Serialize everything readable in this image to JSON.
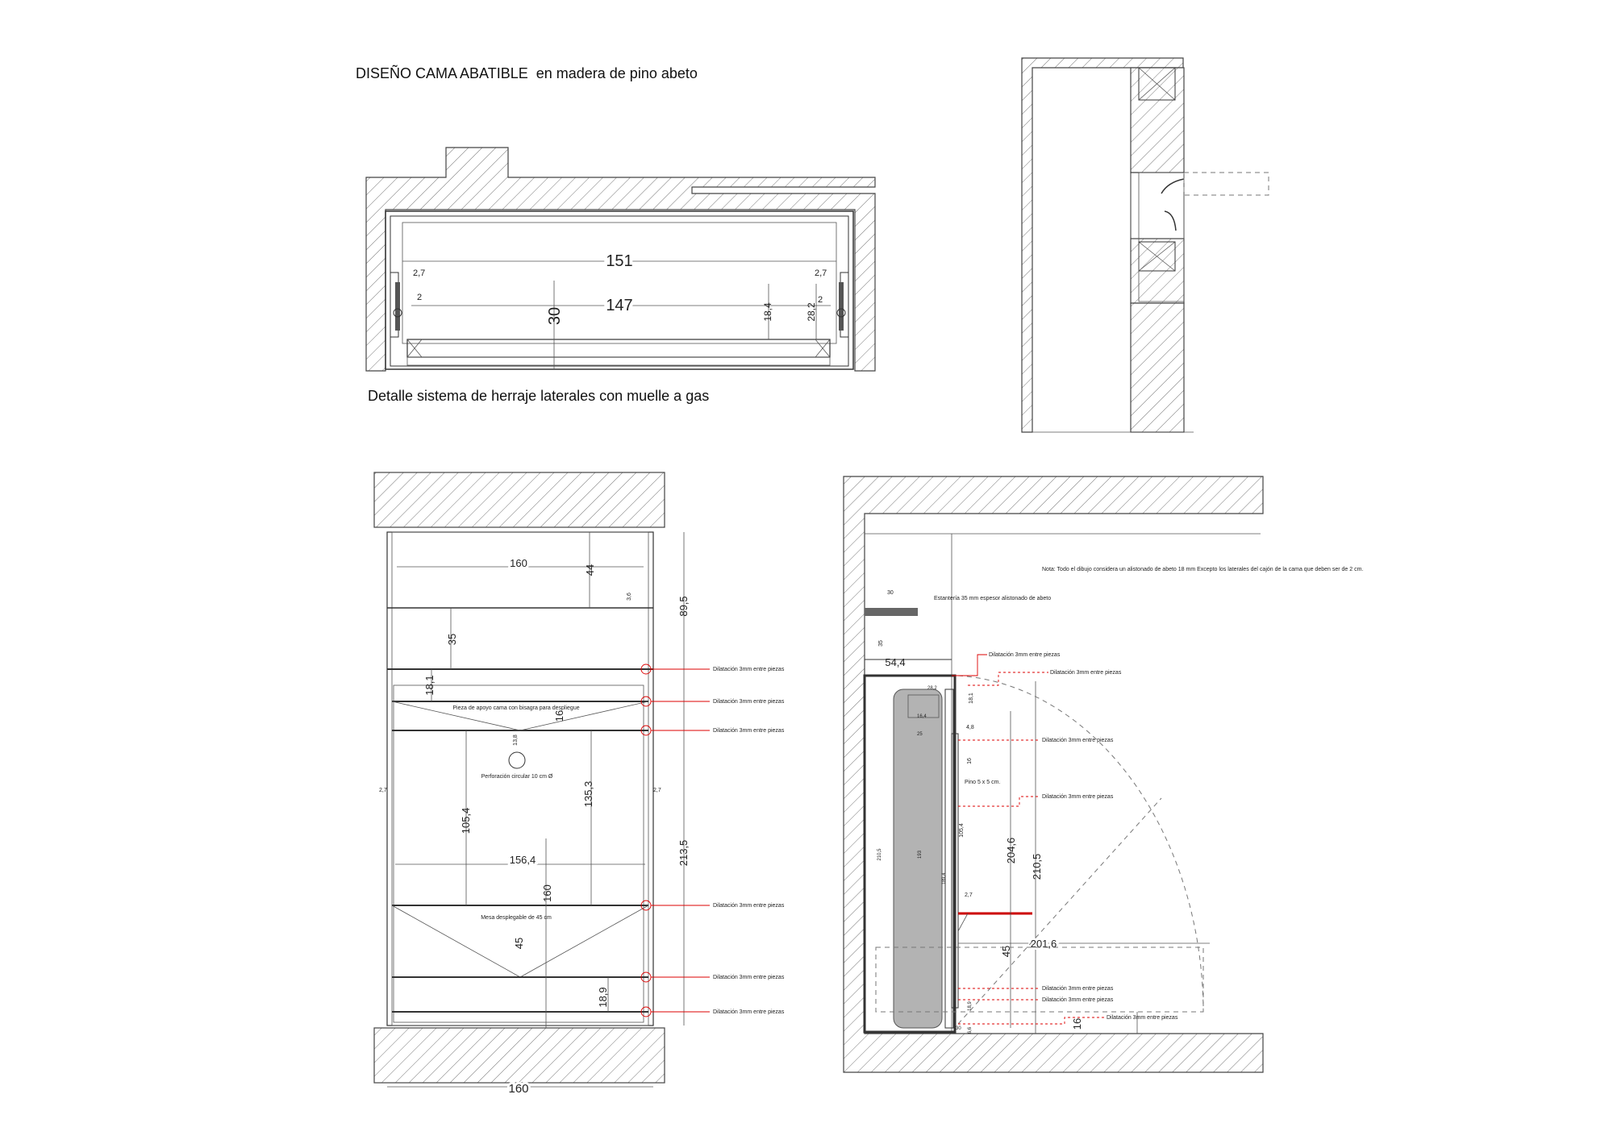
{
  "title": {
    "main": "DISEÑO CAMA ABATIBLE",
    "sub": "en madera de pino abeto"
  },
  "detail_caption": "Detalle sistema de herraje  laterales con muelle a gas",
  "plan_view": {
    "dims": {
      "outer_width": "151",
      "inner_width": "147",
      "depth": "30",
      "left_gap": "2,7",
      "right_gap": "2,7",
      "left_side": "2",
      "right_side": "2",
      "mid_height": "18,4",
      "right_height": "28,2"
    }
  },
  "front_view": {
    "dims": {
      "top_width": "160",
      "top_height": "44",
      "top_thin": "3,6",
      "shelf_height": "35",
      "upper_total": "89,5",
      "support_gap": "18,1",
      "support_h": "16",
      "hole_offset": "13,8",
      "left_margin": "2,7",
      "right_margin": "2,7",
      "left_height": "105,4",
      "mid_height": "135,3",
      "lower_total": "213,5",
      "inner_width": "156,4",
      "mid_160": "160",
      "table_45": "45",
      "bottom_gap": "18,9",
      "bottom_width": "160"
    },
    "labels": {
      "support": "Pieza de apoyo cama con bisagra para despliegue",
      "hole": "Perforación circular 10 cm Ø",
      "table": "Mesa desplegable de 45 cm"
    },
    "callouts": [
      "Dilatación 3mm entre piezas",
      "Dilatación 3mm entre piezas",
      "Dilatación 3mm entre piezas",
      "Dilatación 3mm entre piezas",
      "Dilatación 3mm entre piezas",
      "Dilatación 3mm entre piezas"
    ]
  },
  "side_view": {
    "note": "Nota: Todo el dibujo considera un alistonado de abeto 18 mm Excepto los laterales del cajón de la cama que deben ser de 2 cm.",
    "shelf_label": "Estantería 35 mm espesor alistonado de abeto",
    "pine_label": "Pino 5 x 5 cm.",
    "dims": {
      "shelf_w": "30",
      "shelf_h": "35",
      "cab_w": "54,4",
      "d_28_2": "28,2",
      "d_18_1": "18,1",
      "d_16_4": "16,4",
      "d_25": "25",
      "d_4_8": "4,8",
      "d_16": "16",
      "d_105_4": "105,4",
      "d_204_6": "204,6",
      "d_210_5": "210,5",
      "d_210_5_small": "210,5",
      "d_193": "193",
      "d_189_4": "189,4",
      "d_2_7": "2,7",
      "d_201_6": "201,6",
      "d_45": "45",
      "d_30": "30",
      "d_16_bottom": "16",
      "d_18_9": "18,9",
      "d_6_6": "6,6"
    },
    "callouts": [
      "Dilatación 3mm entre piezas",
      "Dilatación 3mm entre piezas",
      "Dilatación 3mm entre piezas",
      "Dilatación 3mm entre piezas",
      "Dilatación 3mm entre piezas",
      "Dilatación 3mm entre piezas",
      "Dilatación 3mm entre piezas"
    ]
  },
  "colors": {
    "line": "#333333",
    "callout": "#dd0000",
    "panel": "#b3b3b3"
  }
}
